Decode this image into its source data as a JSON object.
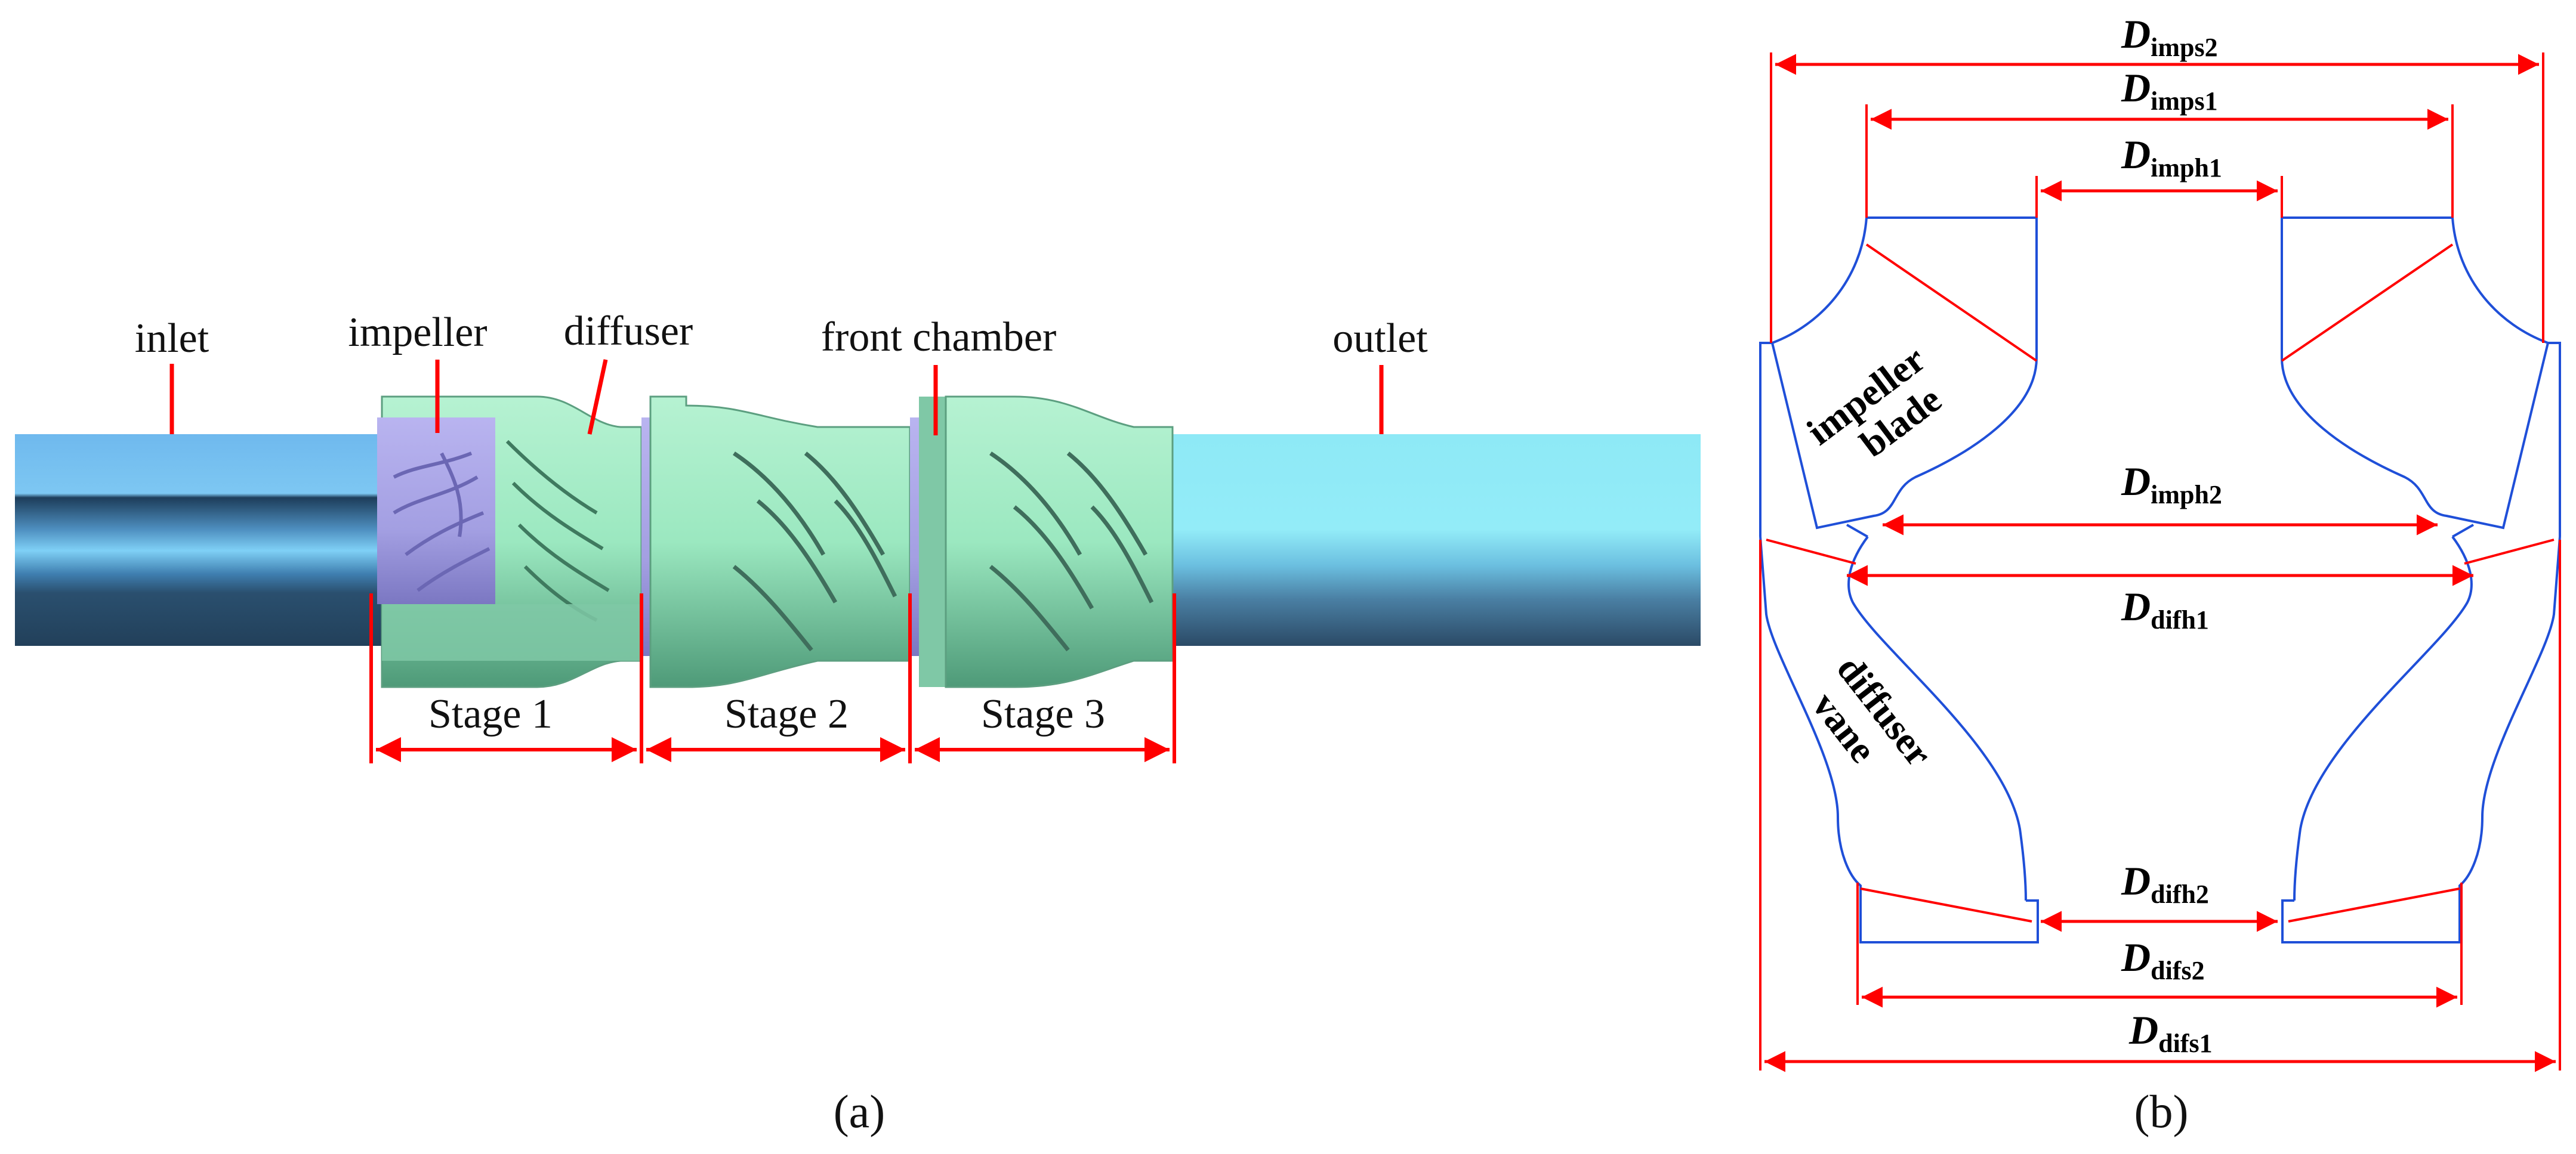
{
  "panel_a": {
    "labels": {
      "inlet": "inlet",
      "impeller": "impeller",
      "diffuser": "diffuser",
      "front_chamber": "front chamber",
      "outlet": "outlet"
    },
    "stages": [
      "Stage 1",
      "Stage 2",
      "Stage 3"
    ],
    "caption": "(a)",
    "colors": {
      "pipe": "#7cc6f0",
      "impeller": "#a9a6e6",
      "diffuser": "#8fe0b8",
      "leader": "#ff0000"
    }
  },
  "panel_b": {
    "caption": "(b)",
    "dimensions": {
      "imps2": {
        "D": "D",
        "sub": "imps2"
      },
      "imps1": {
        "D": "D",
        "sub": "imps1"
      },
      "imph1": {
        "D": "D",
        "sub": "imph1"
      },
      "imph2": {
        "D": "D",
        "sub": "imph2"
      },
      "difh1": {
        "D": "D",
        "sub": "difh1"
      },
      "difh2": {
        "D": "D",
        "sub": "difh2"
      },
      "difs2": {
        "D": "D",
        "sub": "difs2"
      },
      "difs1": {
        "D": "D",
        "sub": "difs1"
      }
    },
    "labels": {
      "impeller_line1": "impeller",
      "impeller_line2": "blade",
      "diffuser_line1": "diffuser",
      "diffuser_line2": "vane"
    },
    "colors": {
      "profile": "#1f4fd8",
      "dimension": "#ff0000"
    }
  }
}
